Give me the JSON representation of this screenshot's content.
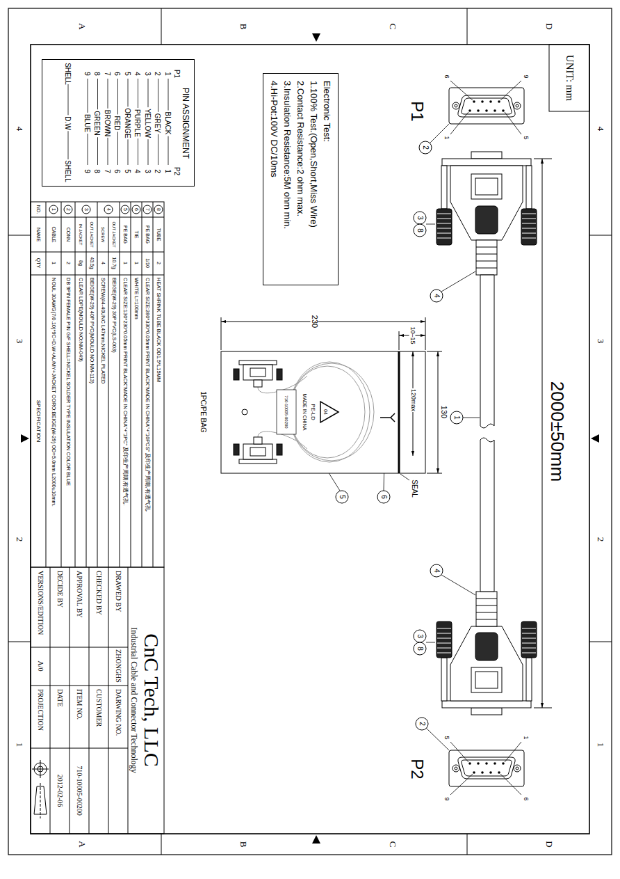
{
  "diagram": {
    "nodes": [
      {
        "text": [
          "PIN ASSIGNMENT",
          "P1",
          "P2",
          "1",
          "BLACK",
          "1",
          "2",
          "GREY",
          "2",
          "3",
          "YELLOW",
          "3",
          "4",
          "PURPLE",
          "4",
          "5",
          "ORANGE",
          "5",
          "6",
          "RED",
          "6",
          "7",
          "BROWN",
          "7",
          "8",
          "GREEN",
          "8",
          "9",
          "BLUE",
          "9",
          "SHELL",
          "D.W",
          "SHELL"
        ]
      },
      {
        "text": [
          "Electronic Test:",
          "1.100% Test.(Open,Short,Miss Wire)",
          "2.Contact Resistance:2 ohm max.",
          "3.Insulation Resistance:5M ohm min.",
          "4.Hi-Pot:100V DC/10ms"
        ]
      }
    ],
    "labels": [
      "A",
      "B",
      "C",
      "D",
      "A",
      "B",
      "C",
      "D",
      "4",
      "3",
      "2",
      "1",
      "4",
      "3",
      "2",
      "1",
      "UNIT: mm",
      "P1",
      "9",
      "5",
      "6",
      "1",
      "2",
      "3",
      "8",
      "4",
      "1",
      "2000±50mm",
      "4",
      "3",
      "8",
      "2",
      "P2",
      "5",
      "1",
      "9",
      "6",
      "230",
      "10–15",
      "130",
      "120max",
      "SEAL",
      "6",
      "5",
      "1PC/PE BAG",
      "04",
      "PE-LD",
      "MADE IN CHINA",
      "710-10005-00200",
      "8",
      "TUBE",
      "2",
      "HEAT SHRINK TUBE BLACK OD1.5*L15MM",
      "7",
      "PE BAG",
      "1/10",
      "CLEAR SIZE:280*330*0.05mm PRINT BLACK\"MADE IN CHINA\"+\"10PCS\" 及印生产周期,有透气孔.",
      "6",
      "TIE",
      "1",
      "WHITE L=100mm",
      "5",
      "PE BAG",
      "1",
      "CLEAR SIZE:130*230*0.05mm PRINT BLACK\"MADE IN CHINA\"+\"1PC\" 及印生产周期,有透气孔.",
      "4",
      "OUT JACKET",
      "10.7g",
      "BEIGE(W-29) 30P PVC(LS-003)",
      "SCREW",
      "4",
      "SCREW(#4-40UNC L47mm,NICKEL PLATED",
      "3",
      "OUT JACKET",
      "43.5g",
      "BEIGE(W-29) 40P PVC(MOULD NO:NM-113)",
      "IN JACKET",
      "8g",
      "CLEAR LDPE(MOULD NO:NM-049)",
      "2",
      "CONN",
      "2",
      "DB 9PIN FEMALE PIN G/F SHELL=NICKEL SOLDER TYPE INSULATION COLOR BLUE",
      "1",
      "CABLE",
      "1",
      "NOUL 30AWG(7/0.10)*9C+D.W+AL/MY+JACKET CORO:BEIGE(W-29) OD=5.0mm L2000±10mm.",
      "NO.",
      "NAME",
      "QTY",
      "SPECIFICATION",
      "CnC Tech, LLC",
      "Industrial Cable and Connector Technology",
      "DRAWED BY",
      "ZHONGHS",
      "DARWING NO.",
      "CHECKED BY",
      "CUSTOMER",
      "APPROVAL BY",
      "ITEM NO.",
      "710-10005-00200",
      "DECIDE BY",
      "DATE",
      "2012-02-06",
      "VERSIONS/EDITION",
      "A/0",
      "PROJECTION"
    ]
  }
}
